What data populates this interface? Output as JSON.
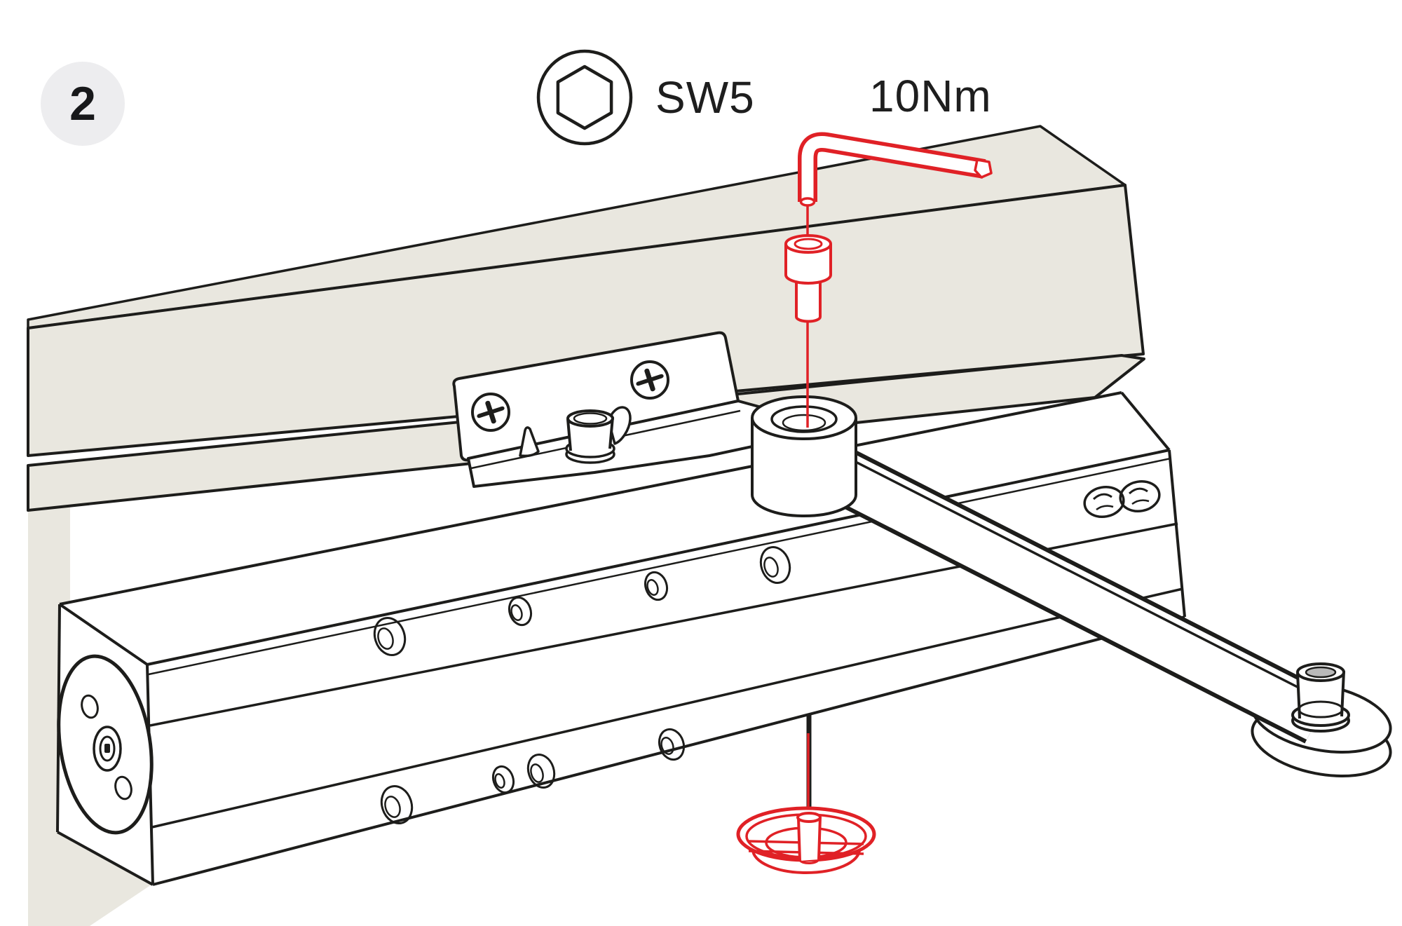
{
  "step": {
    "number": "2"
  },
  "callout": {
    "tool_size": "SW5",
    "torque": "10Nm"
  },
  "icons": {
    "hex_socket_icon": "circle-with-hexagon-socket",
    "phillips_screw_icon": "cross-slot-screw-head"
  },
  "colors": {
    "beige": "#e9e7df",
    "line": "#1d1d1b",
    "highlight_red": "#e02126",
    "badge_bg": "#ededef",
    "badge_text": "#17181a",
    "text": "#1e1e1e",
    "metal_gray": "#b9b9b9"
  }
}
